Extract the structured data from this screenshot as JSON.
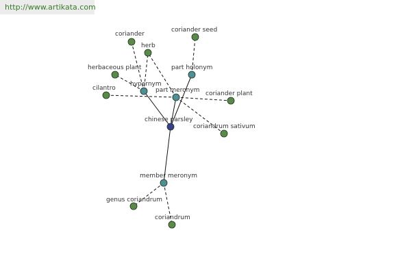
{
  "header": {
    "url": "http://www.artikata.com"
  },
  "graph": {
    "colors": {
      "leaf": "#5a8a4a",
      "relation": "#4f8f95",
      "root": "#3a3f8a",
      "edge": "#111111"
    },
    "nodes": {
      "chinese_parsley": {
        "label": "chinese parsley",
        "kind": "root"
      },
      "hypernym": {
        "label": "hypernym",
        "kind": "relation"
      },
      "part_meronym": {
        "label": "part meronym",
        "kind": "relation"
      },
      "part_holonym": {
        "label": "part holonym",
        "kind": "relation"
      },
      "member_meronym": {
        "label": "member meronym",
        "kind": "relation"
      },
      "coriander": {
        "label": "coriander",
        "kind": "leaf"
      },
      "herb": {
        "label": "herb",
        "kind": "leaf"
      },
      "herbaceous_plant": {
        "label": "herbaceous plant",
        "kind": "leaf"
      },
      "cilantro": {
        "label": "cilantro",
        "kind": "leaf"
      },
      "coriander_seed": {
        "label": "coriander seed",
        "kind": "leaf"
      },
      "coriander_plant": {
        "label": "coriander plant",
        "kind": "leaf"
      },
      "coriandrum_sativum": {
        "label": "coriandrum sativum",
        "kind": "leaf"
      },
      "genus_coriandrum": {
        "label": "genus coriandrum",
        "kind": "leaf"
      },
      "coriandrum": {
        "label": "coriandrum",
        "kind": "leaf"
      }
    },
    "edges": [
      {
        "from": "chinese_parsley",
        "to": "hypernym",
        "style": "solid"
      },
      {
        "from": "chinese_parsley",
        "to": "part_meronym",
        "style": "solid"
      },
      {
        "from": "chinese_parsley",
        "to": "part_holonym",
        "style": "solid"
      },
      {
        "from": "chinese_parsley",
        "to": "member_meronym",
        "style": "solid"
      },
      {
        "from": "hypernym",
        "to": "coriander",
        "style": "dashed"
      },
      {
        "from": "hypernym",
        "to": "herb",
        "style": "dashed"
      },
      {
        "from": "hypernym",
        "to": "herbaceous_plant",
        "style": "dashed"
      },
      {
        "from": "part_meronym",
        "to": "cilantro",
        "style": "dashed"
      },
      {
        "from": "part_meronym",
        "to": "coriander_plant",
        "style": "dashed"
      },
      {
        "from": "part_meronym",
        "to": "coriandrum_sativum",
        "style": "dashed"
      },
      {
        "from": "part_meronym",
        "to": "herb",
        "style": "dashed"
      },
      {
        "from": "part_holonym",
        "to": "coriander_seed",
        "style": "dashed"
      },
      {
        "from": "member_meronym",
        "to": "genus_coriandrum",
        "style": "dashed"
      },
      {
        "from": "member_meronym",
        "to": "coriandrum",
        "style": "dashed"
      }
    ]
  }
}
